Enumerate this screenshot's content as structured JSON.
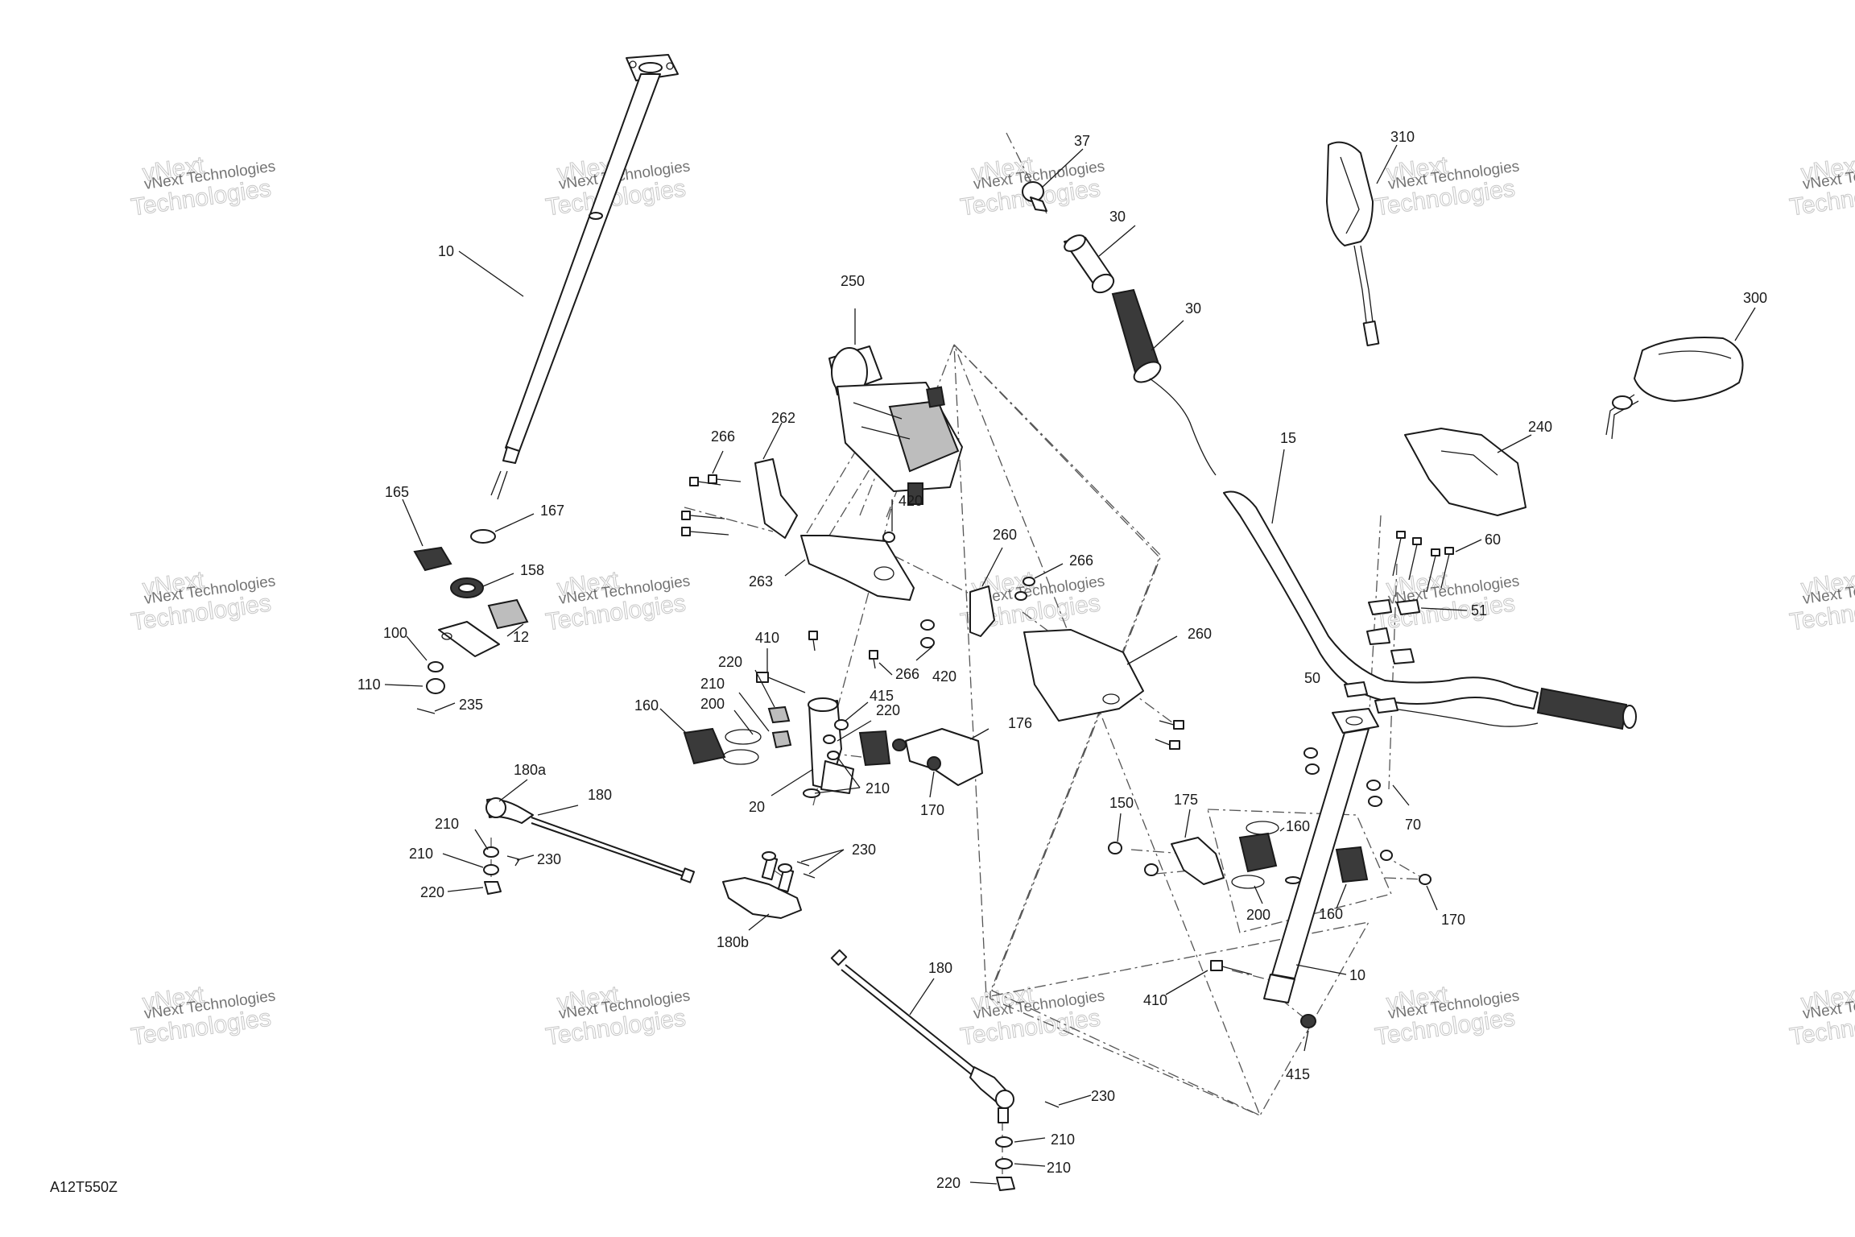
{
  "figure_code": "A12T550Z",
  "watermark": {
    "line1": "vNext Technologies",
    "line2": "Technologies",
    "big_prefix": "vNext"
  },
  "callouts": {
    "c10a": "10",
    "c10b": "10",
    "c12": "12",
    "c15": "15",
    "c20": "20",
    "c30a": "30",
    "c30b": "30",
    "c37": "37",
    "c50": "50",
    "c51": "51",
    "c60": "60",
    "c70": "70",
    "c100": "100",
    "c110": "110",
    "c150": "150",
    "c158": "158",
    "c160a": "160",
    "c160b": "160",
    "c160c": "160",
    "c165": "165",
    "c167": "167",
    "c170a": "170",
    "c170b": "170",
    "c175": "175",
    "c176": "176",
    "c180a": "180a",
    "c180": "180",
    "c180b": "180b",
    "c180c": "180",
    "c200a": "200",
    "c200b": "200",
    "c210a": "210",
    "c210b": "210",
    "c210c": "210",
    "c210d": "210",
    "c210e": "210",
    "c210f": "210",
    "c220a": "220",
    "c220b": "220",
    "c220c": "220",
    "c220d": "220",
    "c230a": "230",
    "c230b": "230",
    "c230c": "230",
    "c235": "235",
    "c240": "240",
    "c250": "250",
    "c260a": "260",
    "c260b": "260",
    "c262": "262",
    "c263": "263",
    "c266a": "266",
    "c266b": "266",
    "c266c": "266",
    "c300": "300",
    "c310": "310",
    "c410a": "410",
    "c410b": "410",
    "c415a": "415",
    "c415b": "415",
    "c420a": "420",
    "c420b": "420"
  }
}
